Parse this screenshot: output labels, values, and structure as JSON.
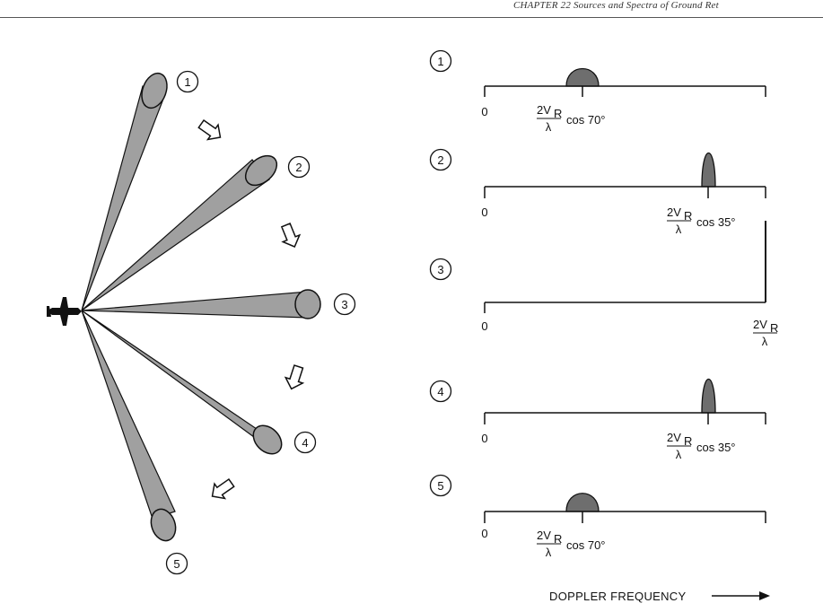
{
  "header": {
    "title": "CHAPTER 22  Sources and Spectra of Ground Ret"
  },
  "beams": [
    {
      "number": "1"
    },
    {
      "number": "2"
    },
    {
      "number": "3"
    },
    {
      "number": "4"
    },
    {
      "number": "5"
    }
  ],
  "spectra": [
    {
      "number": "1",
      "zero": "0",
      "num": "2V",
      "sub": "R",
      "den": "λ",
      "cos": "cos 70°",
      "peak": "wide"
    },
    {
      "number": "2",
      "zero": "0",
      "num": "2V",
      "sub": "R",
      "den": "λ",
      "cos": "cos 35°",
      "peak": "narrow"
    },
    {
      "number": "3",
      "zero": "0",
      "num": "2V",
      "sub": "R",
      "den": "λ",
      "cos": "",
      "peak": "line"
    },
    {
      "number": "4",
      "zero": "0",
      "num": "2V",
      "sub": "R",
      "den": "λ",
      "cos": "cos 35°",
      "peak": "narrow"
    },
    {
      "number": "5",
      "zero": "0",
      "num": "2V",
      "sub": "R",
      "den": "λ",
      "cos": "cos 70°",
      "peak": "wide"
    }
  ],
  "axis_caption": "DOPPLER FREQUENCY",
  "colors": {
    "beam_fill": "#a0a0a0",
    "peak_fill": "#6e6e6e",
    "ink": "#111111"
  }
}
